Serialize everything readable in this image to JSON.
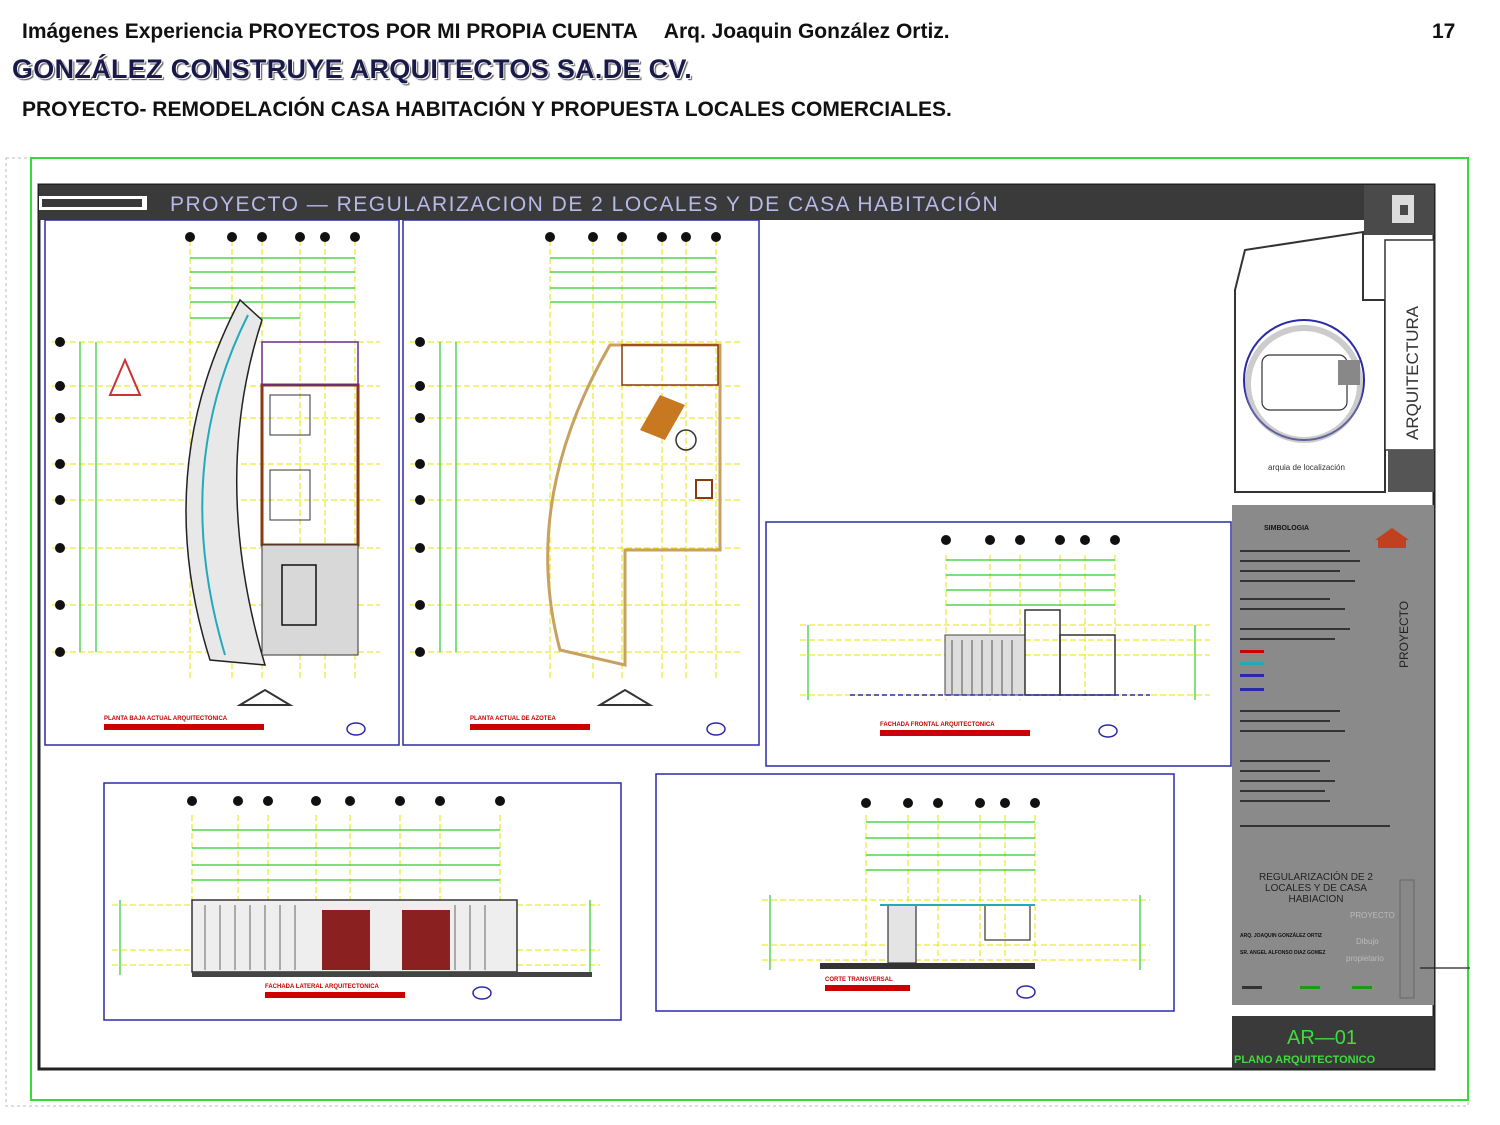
{
  "header": {
    "line1": "Imágenes Experiencia PROYECTOS POR MI PROPIA CUENTA",
    "author": "Arq. Joaquin González Ortiz.",
    "page_number": "17",
    "company": "GONZÁLEZ CONSTRUYE ARQUITECTOS SA.DE CV.",
    "project": "PROYECTO-  REMODELACIÓN CASA HABITACIÓN Y  PROPUESTA LOCALES COMERCIALES."
  },
  "sheet": {
    "banner_title": "PROYECTO — REGULARIZACION  DE 2  LOCALES Y DE CASA HABITACIÓN",
    "logo_vertical_text": "ARQUITECTURA",
    "logo_caption": "arquia de localización",
    "simbologia_label": "SIMBOLOGIA",
    "proyecto_vertical": "PROYECTO",
    "project_name": [
      "REGULARIZACIÓN  DE 2",
      "LOCALES Y DE CASA",
      "HABIACION"
    ],
    "proyecto_small": "PROYECTO",
    "dibujo": "Dibujo",
    "propietario": "propietario",
    "architect": "ARQ. JOAQUIN GONZÁLEZ ORTIZ",
    "owner": "SR. ANGEL ALFONSO DIAZ GOMEZ",
    "plano_num": "AR—01",
    "plano_label": "PLANO ARQUITECTONICO",
    "drawings": {
      "planta_baja": "PLANTA BAJA ACTUAL ARQUITECTONICA",
      "planta_azotea": "PLANTA ACTUAL DE AZOTEA",
      "fachada_frontal": "FACHADA FRONTAL ARQUITECTONICA",
      "fachada_lateral": "FACHADA LATERAL ARQUITECTONICA",
      "corte": "CORTE TRANSVERSAL"
    }
  },
  "colors": {
    "dim_yellow": "#e6e600",
    "dim_green": "#2ecc2e",
    "frame_blue": "#2a2aa8",
    "banner_dark": "#3a3a3a",
    "title_red": "#cc0000",
    "panel_gray": "#8a8a8a"
  }
}
